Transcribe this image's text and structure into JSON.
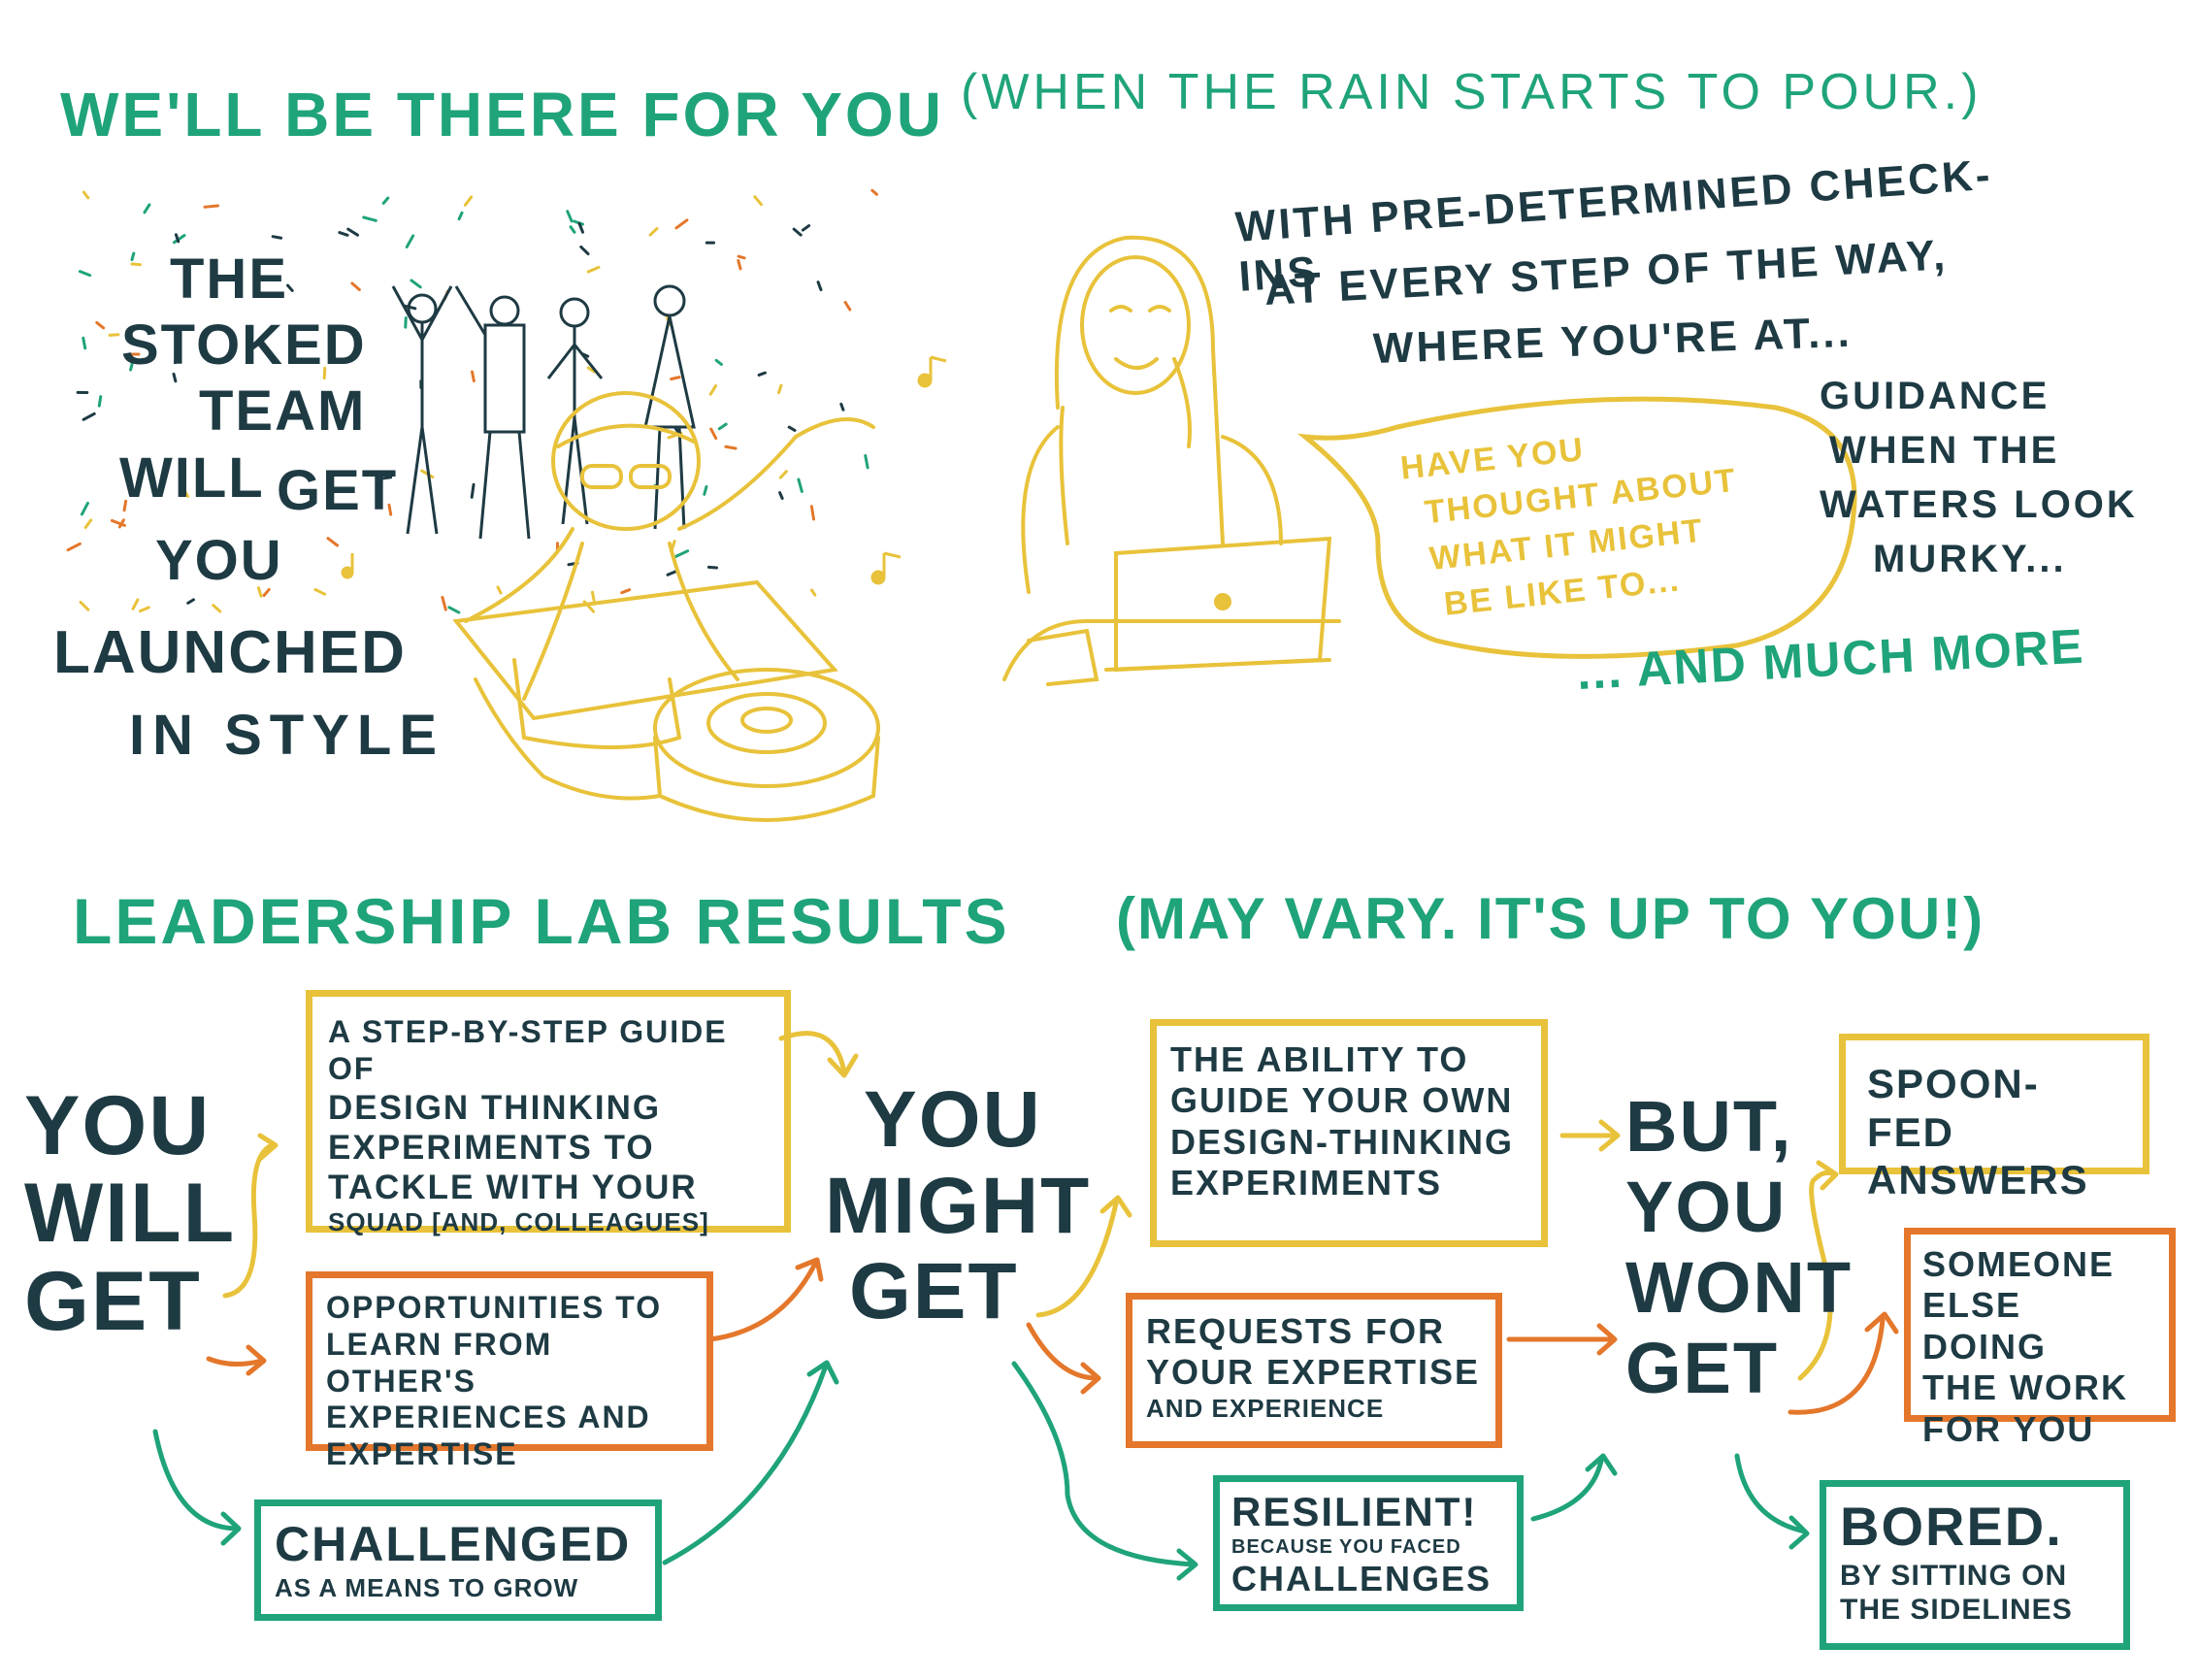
{
  "header": {
    "title": "WE'LL BE THERE FOR YOU",
    "subtitle": "(WHEN THE RAIN STARTS TO POUR.)"
  },
  "launch": {
    "lines": [
      "THE",
      "STOKED",
      "TEAM",
      "WILL",
      "GET",
      "YOU",
      "LAUNCHED",
      "IN STYLE"
    ]
  },
  "checkins": {
    "lines": [
      "WITH PRE-DETERMINED CHECK-INS",
      "AT EVERY STEP OF THE WAY,",
      "WHERE YOU'RE AT..."
    ]
  },
  "speech": {
    "lines": [
      "HAVE YOU",
      "THOUGHT ABOUT",
      "WHAT IT MIGHT",
      "BE LIKE TO..."
    ]
  },
  "guidance": {
    "lines": [
      "GUIDANCE",
      "WHEN THE",
      "WATERS LOOK",
      "MURKY..."
    ]
  },
  "more": {
    "text": "... AND MUCH MORE"
  },
  "results": {
    "title": "LEADERSHIP LAB RESULTS",
    "subtitle": "(MAY VARY. IT'S UP TO YOU!)"
  },
  "columns": {
    "will_get": [
      "YOU",
      "WILL",
      "GET"
    ],
    "might_get": [
      "YOU",
      "MIGHT",
      "GET"
    ],
    "wont_get": [
      "BUT,",
      "YOU",
      "WONT",
      "GET"
    ]
  },
  "boxes": {
    "guide": {
      "lines": [
        "A STEP-BY-STEP GUIDE OF",
        "DESIGN THINKING",
        "EXPERIMENTS TO",
        "TACKLE WITH YOUR"
      ],
      "small": "SQUAD [AND, COLLEAGUES]"
    },
    "opportunities": {
      "lines": [
        "OPPORTUNITIES TO",
        "LEARN FROM OTHER'S",
        "EXPERIENCES AND",
        "EXPERTISE"
      ]
    },
    "challenged": {
      "main": "CHALLENGED",
      "small": "AS A MEANS TO GROW"
    },
    "ability": {
      "lines": [
        "THE ABILITY TO",
        "GUIDE YOUR OWN",
        "DESIGN-THINKING",
        "EXPERIMENTS"
      ]
    },
    "requests": {
      "lines": [
        "REQUESTS FOR",
        "YOUR EXPERTISE"
      ],
      "small": "AND EXPERIENCE"
    },
    "resilient": {
      "main": "RESILIENT!",
      "small": "BECAUSE YOU FACED",
      "main2": "CHALLENGES"
    },
    "spoon": {
      "lines": [
        "SPOON-FED",
        "ANSWERS"
      ]
    },
    "someone": {
      "lines": [
        "SOMEONE",
        "ELSE DOING",
        "THE WORK",
        "FOR YOU"
      ]
    },
    "bored": {
      "main": "BORED.",
      "lines": [
        "BY SITTING ON",
        "THE SIDELINES"
      ]
    }
  },
  "colors": {
    "teal": "#1fa37a",
    "navy": "#1e3a43",
    "gold": "#e8c23a",
    "orange": "#e4772b"
  },
  "icons": [
    "confetti-icon",
    "music-note-icon",
    "dj-turntable-icon",
    "laptop-person-icon",
    "speech-bubble-icon",
    "arrow-icon"
  ]
}
